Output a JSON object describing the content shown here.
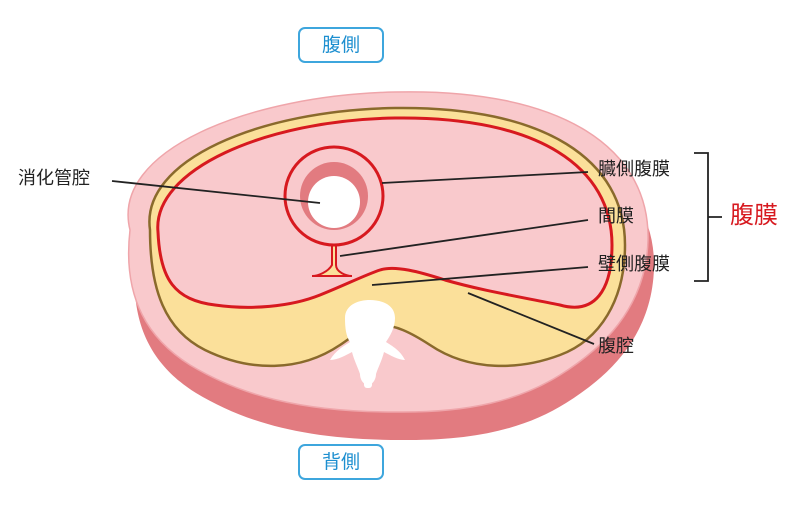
{
  "orientation": {
    "ventral": "腹側",
    "dorsal": "背側"
  },
  "labels": {
    "digestive_lumen": "消化管腔",
    "visceral_peritoneum": "臓側腹膜",
    "mesentery": "間膜",
    "parietal_peritoneum": "壁側腹膜",
    "peritoneal_cavity": "腹腔",
    "peritoneum": "腹膜"
  },
  "colors": {
    "body_wall": "#f9c9cc",
    "body_wall_side": "#e27b80",
    "peritoneal_space": "#fbe09a",
    "peritoneum_line": "#d7191f",
    "outer_edge": "#8a6a2c",
    "label_accent": "#d7191f",
    "tag_border": "#3ea6dd"
  }
}
